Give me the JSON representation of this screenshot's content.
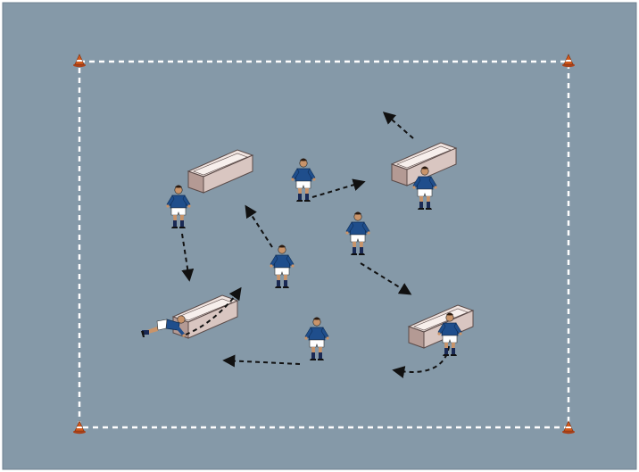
{
  "diagram": {
    "description_visible_text": "",
    "colors": {
      "pitch": "#8599a8",
      "boundary": "#ffffff",
      "cone": "#d35a1c",
      "jersey": "#1f4e8c",
      "shorts": "#ffffff",
      "socks": "#1a2a55",
      "skin": "#c9946a",
      "arrow": "#111111",
      "box_light": "#efe3df",
      "box_dark": "#b49a94"
    },
    "icons": {
      "cone": "cone-marker-icon",
      "player": "player-figure-icon",
      "mini_goal": "mini-goal-box-icon",
      "arrow": "dashed-arrow-icon"
    },
    "counts": {
      "cones": 4,
      "mini_goals": 4,
      "players": 8,
      "arrows": 8
    }
  }
}
